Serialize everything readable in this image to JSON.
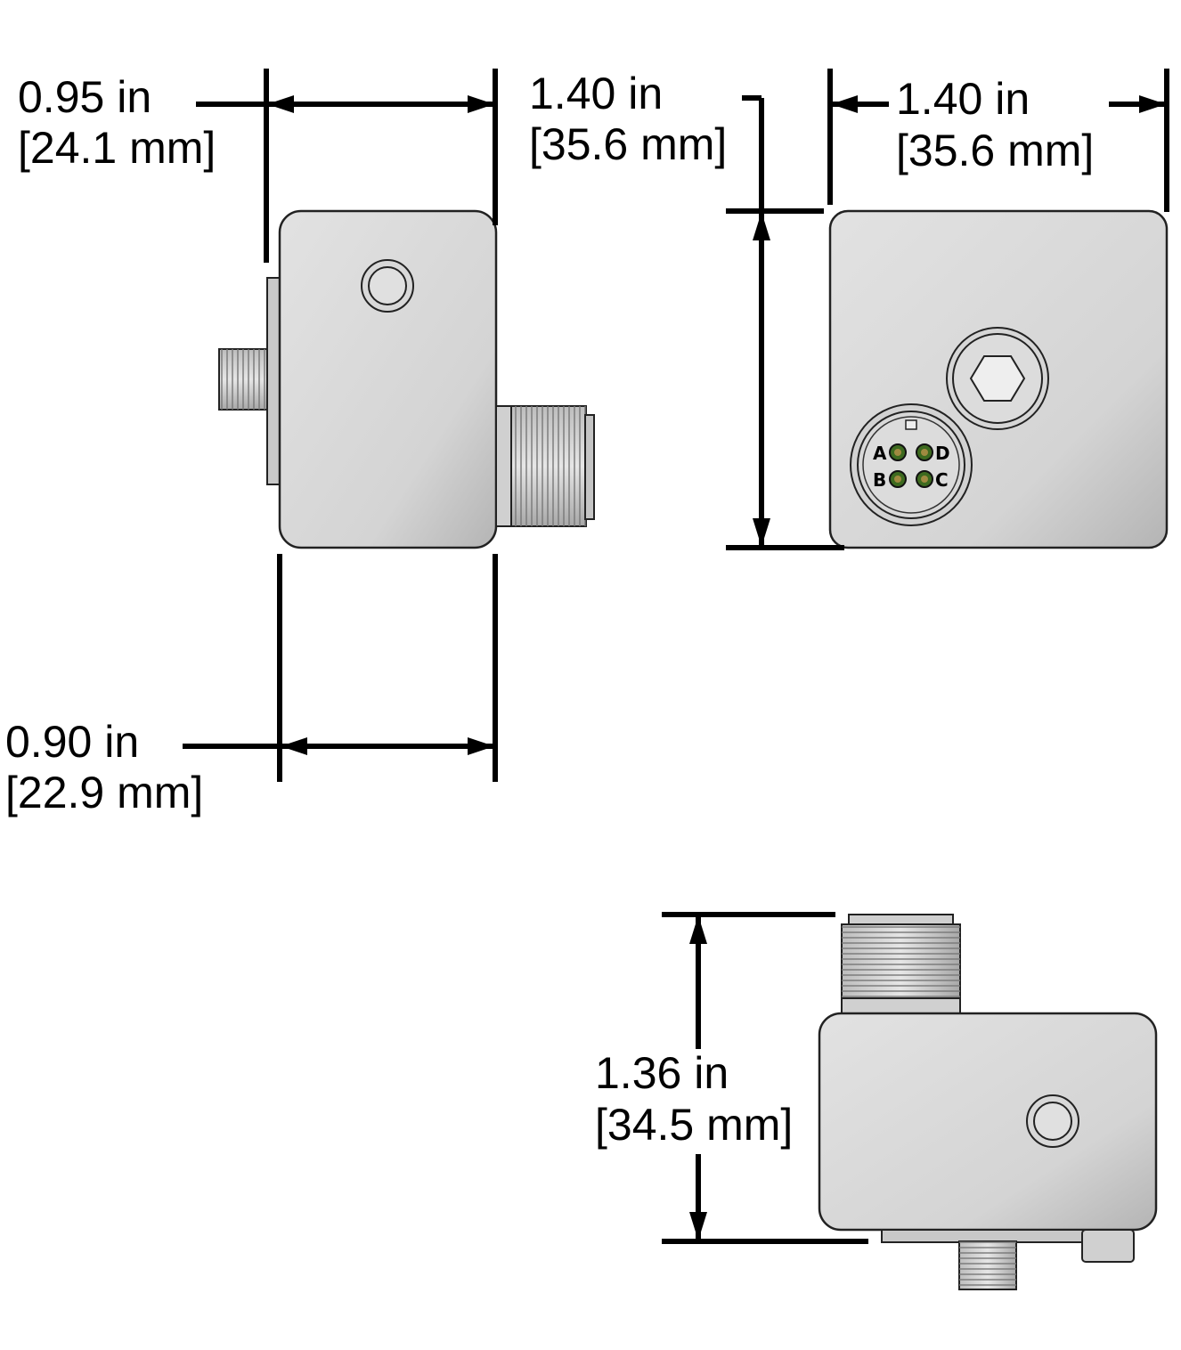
{
  "dimensions": {
    "side_top": {
      "imperial": "0.95 in",
      "metric": "[24.1 mm]"
    },
    "side_bottom": {
      "imperial": "0.90 in",
      "metric": "[22.9 mm]"
    },
    "front_height": {
      "imperial": "1.40 in",
      "metric": "[35.6 mm]"
    },
    "front_width": {
      "imperial": "1.40 in",
      "metric": "[35.6 mm]"
    },
    "bottom_height": {
      "imperial": "1.36 in",
      "metric": "[34.5 mm]"
    }
  },
  "connector": {
    "pins": [
      "A",
      "B",
      "C",
      "D"
    ]
  },
  "colors": {
    "body": "#d6d6d6",
    "body_edge": "#222222",
    "pin": "#3d6a1f",
    "line": "#000000"
  }
}
